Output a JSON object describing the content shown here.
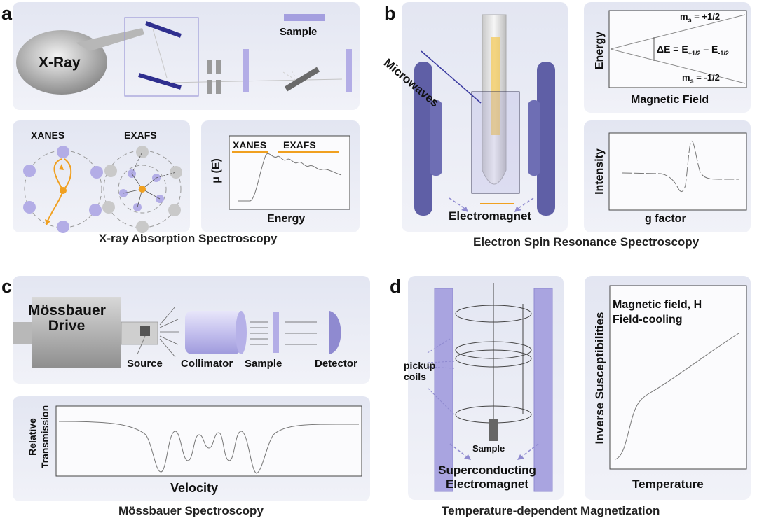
{
  "panels": {
    "a": {
      "letter": "a",
      "xray_label": "X-Ray",
      "sample_label": "Sample",
      "xanes_label": "XANES",
      "exafs_label": "EXAFS",
      "plot_xanes": "XANES",
      "plot_exafs": "EXAFS",
      "plot_ylabel": "μ (E)",
      "plot_xlabel": "Energy",
      "caption": "X-ray Absorption Spectroscopy"
    },
    "b": {
      "letter": "b",
      "microwaves_label": "Microwaves",
      "electromagnet_label": "Electromagnet",
      "energy_ylabel": "Energy",
      "ms_plus": "m",
      "ms_plus_rest": " = +1/2",
      "ms_minus": "m",
      "ms_minus_rest": " = -1/2",
      "ms_sub": "s",
      "delta_e_main": "ΔE = E",
      "delta_e_sub1": "+1/2",
      "delta_e_mid": " – E",
      "delta_e_sub2": "-1/2",
      "field_xlabel": "Magnetic Field",
      "intensity_ylabel": "Intensity",
      "gfactor_xlabel": "g factor",
      "caption": "Electron Spin Resonance Spectroscopy"
    },
    "c": {
      "letter": "c",
      "drive_line1": "Mössbauer",
      "drive_line2": "Drive",
      "source_label": "Source",
      "collimator_label": "Collimator",
      "sample_label": "Sample",
      "detector_label": "Detector",
      "ylabel_line1": "Relative",
      "ylabel_line2": "Transmission",
      "xlabel": "Velocity",
      "caption": "Mössbauer Spectroscopy"
    },
    "d": {
      "letter": "d",
      "pickup_line1": "pickup",
      "pickup_line2": "coils",
      "sample_label": "Sample",
      "magnet_line1": "Superconducting",
      "magnet_line2": "Electromagnet",
      "plot_title_line1": "Magnetic field, H",
      "plot_title_line2": "Field-cooling",
      "ylabel": "Inverse Susceptibilities",
      "xlabel": "Temperature",
      "caption": "Temperature-dependent Magnetization"
    }
  },
  "colors": {
    "panel_bg": "#e6e8f3",
    "violet": "#2f2f8f",
    "lavender": "#a9a4e0",
    "orange": "#f0a020",
    "gray": "#8a8a8a"
  }
}
